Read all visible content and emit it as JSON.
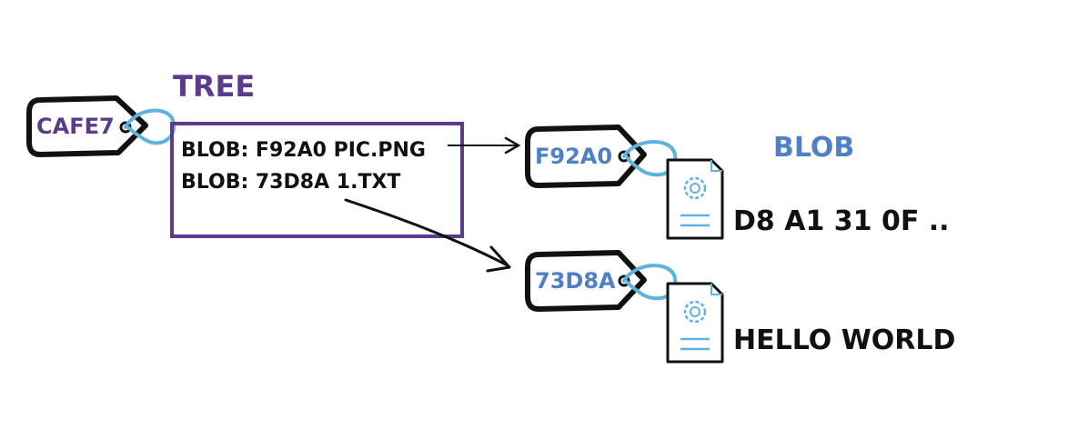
{
  "tree": {
    "heading": "TREE",
    "tag_id": "CAFE7",
    "entries": [
      {
        "line": "BLOB: F92A0 PIC.PNG"
      },
      {
        "line": "BLOB: 73D8A 1.TXT"
      }
    ]
  },
  "blob_heading": "BLOB",
  "blobs": [
    {
      "tag_id": "F92A0",
      "content": "D8 A1 31 0F .."
    },
    {
      "tag_id": "73D8A",
      "content": "HELLO WORLD"
    }
  ],
  "colors": {
    "tree_purple": "#5b3b8c",
    "blob_blue": "#4f7fc6",
    "loop_blue": "#5fb2dd",
    "ink": "#111111"
  },
  "icons": {
    "tag": "tag-icon",
    "document": "document-gear-icon"
  }
}
